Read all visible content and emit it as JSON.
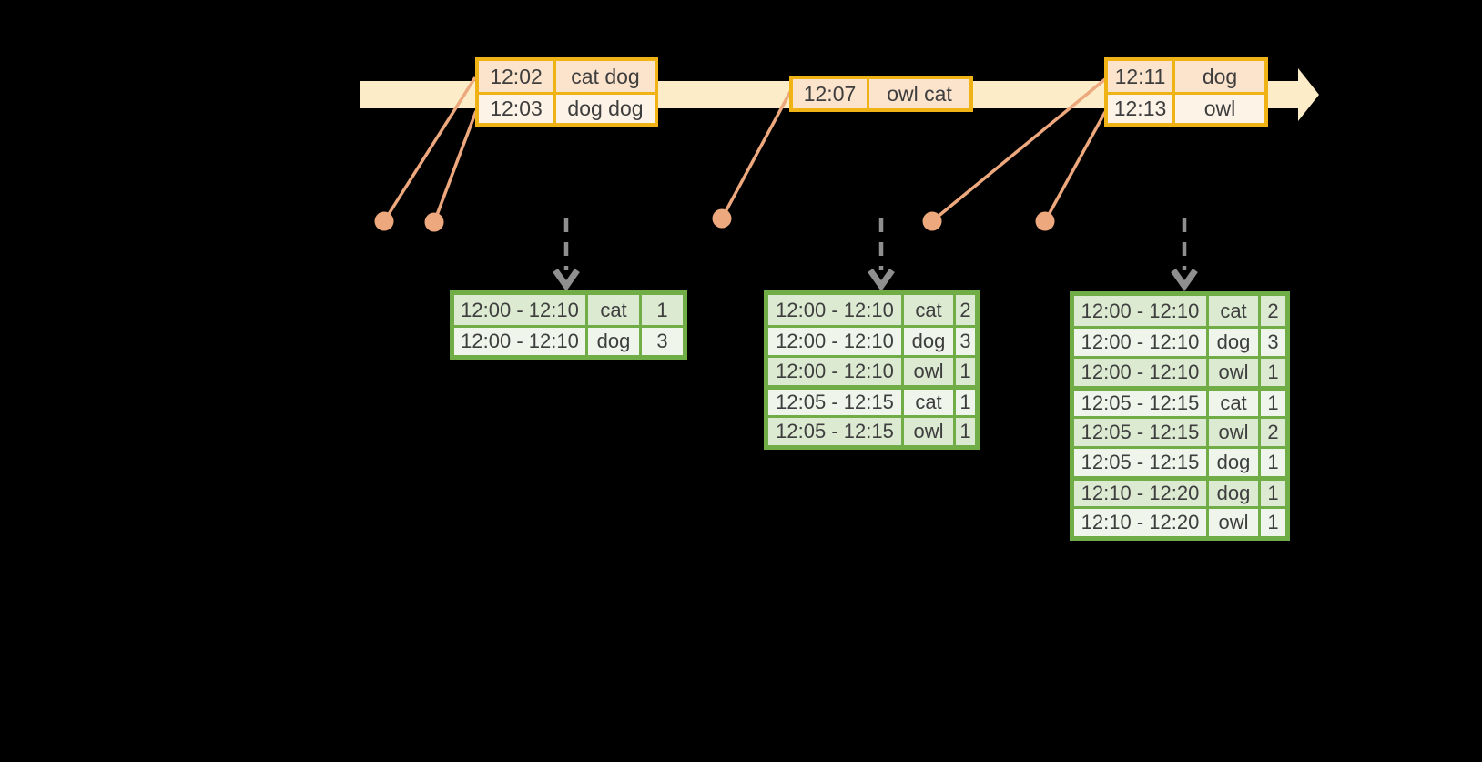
{
  "colors": {
    "background": "#000000",
    "timeline_band": "#FCEDC8",
    "event_table_border": "#F0B315",
    "event_row_peach": "#FBE3CC",
    "event_row_cream": "#FDF3E7",
    "connector_orange": "#EDA87D",
    "result_table_border": "#70AD47",
    "result_row_dark": "#DCEAD2",
    "result_row_light": "#EFF5EB",
    "trigger_arrow_gray": "#8F8F8F",
    "text": "#3E3E3E"
  },
  "icons": {
    "timeline_arrow": "block-arrow-right-icon",
    "trigger_arrow": "dashed-down-arrow-icon",
    "record_marker": "dot-icon"
  },
  "timeline": {
    "event_tables": [
      {
        "rows": [
          {
            "time": "12:02",
            "words": "cat dog"
          },
          {
            "time": "12:03",
            "words": "dog dog"
          }
        ]
      },
      {
        "rows": [
          {
            "time": "12:07",
            "words": "owl cat"
          }
        ]
      },
      {
        "rows": [
          {
            "time": "12:11",
            "words": "dog"
          },
          {
            "time": "12:13",
            "words": "owl"
          }
        ]
      }
    ]
  },
  "result_tables": [
    {
      "rows": [
        {
          "window": "12:00 - 12:10",
          "word": "cat",
          "count": "1"
        },
        {
          "window": "12:00 - 12:10",
          "word": "dog",
          "count": "3"
        }
      ]
    },
    {
      "rows": [
        {
          "window": "12:00 - 12:10",
          "word": "cat",
          "count": "2"
        },
        {
          "window": "12:00 - 12:10",
          "word": "dog",
          "count": "3"
        },
        {
          "window": "12:00 - 12:10",
          "word": "owl",
          "count": "1"
        },
        {
          "window": "12:05 - 12:15",
          "word": "cat",
          "count": "1"
        },
        {
          "window": "12:05 - 12:15",
          "word": "owl",
          "count": "1"
        }
      ]
    },
    {
      "rows": [
        {
          "window": "12:00 - 12:10",
          "word": "cat",
          "count": "2"
        },
        {
          "window": "12:00 - 12:10",
          "word": "dog",
          "count": "3"
        },
        {
          "window": "12:00 - 12:10",
          "word": "owl",
          "count": "1"
        },
        {
          "window": "12:05 - 12:15",
          "word": "cat",
          "count": "1"
        },
        {
          "window": "12:05 - 12:15",
          "word": "owl",
          "count": "2"
        },
        {
          "window": "12:05 - 12:15",
          "word": "dog",
          "count": "1"
        },
        {
          "window": "12:10 - 12:20",
          "word": "dog",
          "count": "1"
        },
        {
          "window": "12:10 - 12:20",
          "word": "owl",
          "count": "1"
        }
      ]
    }
  ]
}
